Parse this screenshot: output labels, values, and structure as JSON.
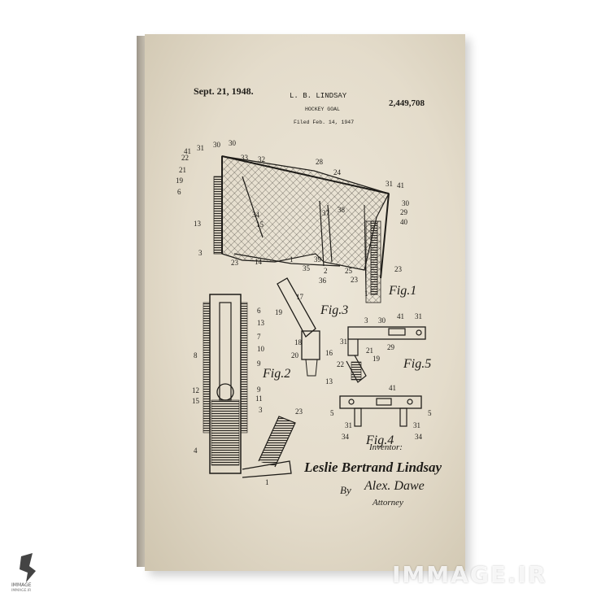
{
  "patent": {
    "date": "Sept. 21, 1948.",
    "inventor_header": "L. B. LINDSAY",
    "number": "2,449,708",
    "title": "HOCKEY GOAL",
    "filed": "Filed Feb. 14, 1947"
  },
  "figures": {
    "fig1": "Fig.1",
    "fig2": "Fig.2",
    "fig3": "Fig.3",
    "fig4": "Fig.4",
    "fig5": "Fig.5"
  },
  "signature": {
    "inventor_label": "Inventor:",
    "inventor_name": "Leslie Bertrand Lindsay",
    "by": "By",
    "attorney_signature": "Alex. Dawe",
    "attorney_label": "Attorney"
  },
  "watermark": {
    "text": "IMMAGE.IR",
    "logo_name": "IMMAGE",
    "logo_url": "IMMAGE.IR"
  },
  "colors": {
    "paper": "#e8e1d2",
    "ink": "#1e1c18"
  }
}
